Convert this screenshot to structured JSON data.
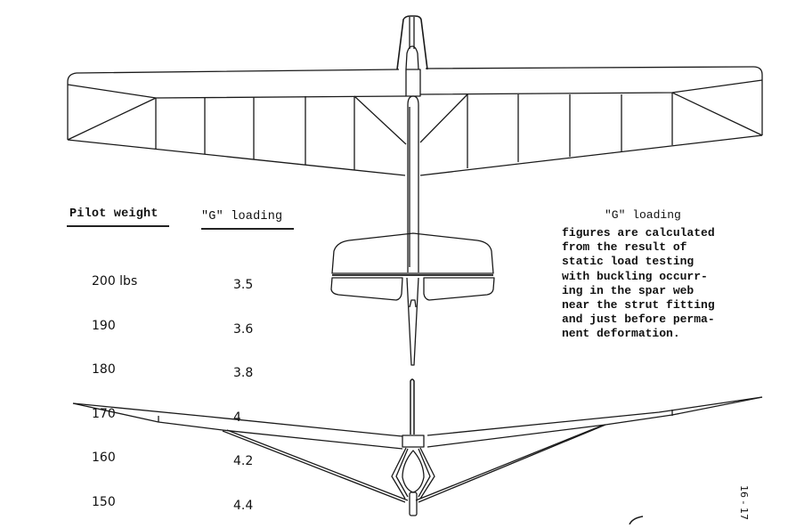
{
  "table": {
    "headers": [
      "Pilot weight",
      "\"G\" loading"
    ],
    "rows": [
      {
        "pilot_weight": "200 lbs",
        "g_loading": "3.5"
      },
      {
        "pilot_weight": "190",
        "g_loading": "3.6"
      },
      {
        "pilot_weight": "180",
        "g_loading": "3.8"
      },
      {
        "pilot_weight": "170",
        "g_loading": "4"
      },
      {
        "pilot_weight": "160",
        "g_loading": "4.2"
      },
      {
        "pilot_weight": "150",
        "g_loading": "4.4"
      }
    ]
  },
  "note": {
    "title": "\"G\" loading",
    "lines": [
      "figures are calculated",
      "from the result of",
      "static load testing",
      "with buckling occurr-",
      "ing in the spar web",
      "near the strut fitting",
      "and just before perma-",
      "nent deformation."
    ]
  },
  "page_number": "16 - 17",
  "drawing": {
    "views": [
      "top-view-planform",
      "front-view"
    ],
    "line_color": "#1a1a1a"
  }
}
